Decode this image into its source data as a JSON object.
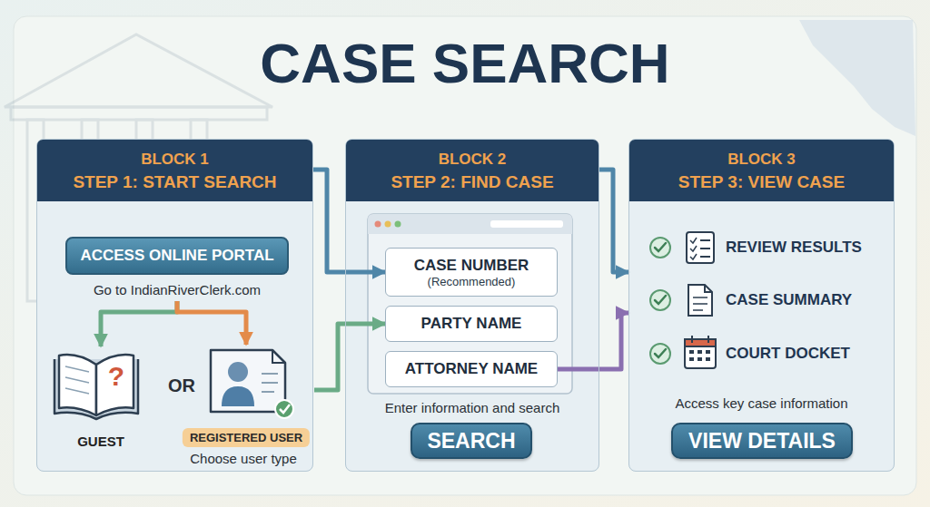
{
  "diagram": {
    "title": "CASE SEARCH",
    "nodes": [
      {
        "text": [
          "BLOCK 1",
          "STEP 1: START SEARCH"
        ]
      },
      {
        "text": [
          "ACCESS ONLINE PORTAL",
          "Go to IndianRiverClerk.com"
        ],
        "in": 0
      },
      {
        "text": [
          "GUEST"
        ],
        "in": 0
      },
      {
        "text": [
          "REGISTERED USER"
        ],
        "in": 0
      },
      {
        "text": [
          "BLOCK 2",
          "STEP 2: FIND CASE",
          "Enter information and search"
        ]
      },
      {
        "text": [
          "CASE NUMBER",
          "(Recommended)"
        ],
        "in": 4
      },
      {
        "text": [
          "PARTY NAME"
        ],
        "in": 4
      },
      {
        "text": [
          "ATTORNEY NAME"
        ],
        "in": 4
      },
      {
        "text": [
          "SEARCH"
        ],
        "in": 4
      },
      {
        "text": [
          "BLOCK 3",
          "STEP 3: VIEW CASE",
          "REVIEW RESULTS",
          "CASE SUMMARY",
          "COURT DOCKET",
          "Access key case information"
        ]
      },
      {
        "text": [
          "VIEW DETAILS"
        ],
        "in": 9
      }
    ],
    "edges": [
      {
        "from": 1,
        "to": 2,
        "arrow": "to"
      },
      {
        "from": 1,
        "to": 3,
        "arrow": "to"
      },
      {
        "from": 0,
        "to": 5,
        "arrow": "to"
      },
      {
        "from": 3,
        "to": 6,
        "arrow": "to"
      },
      {
        "from": 4,
        "to": 9,
        "arrow": "to"
      },
      {
        "from": 7,
        "to": 9,
        "arrow": "to"
      }
    ],
    "labels": [
      "?",
      "OR",
      "Choose user type"
    ]
  }
}
